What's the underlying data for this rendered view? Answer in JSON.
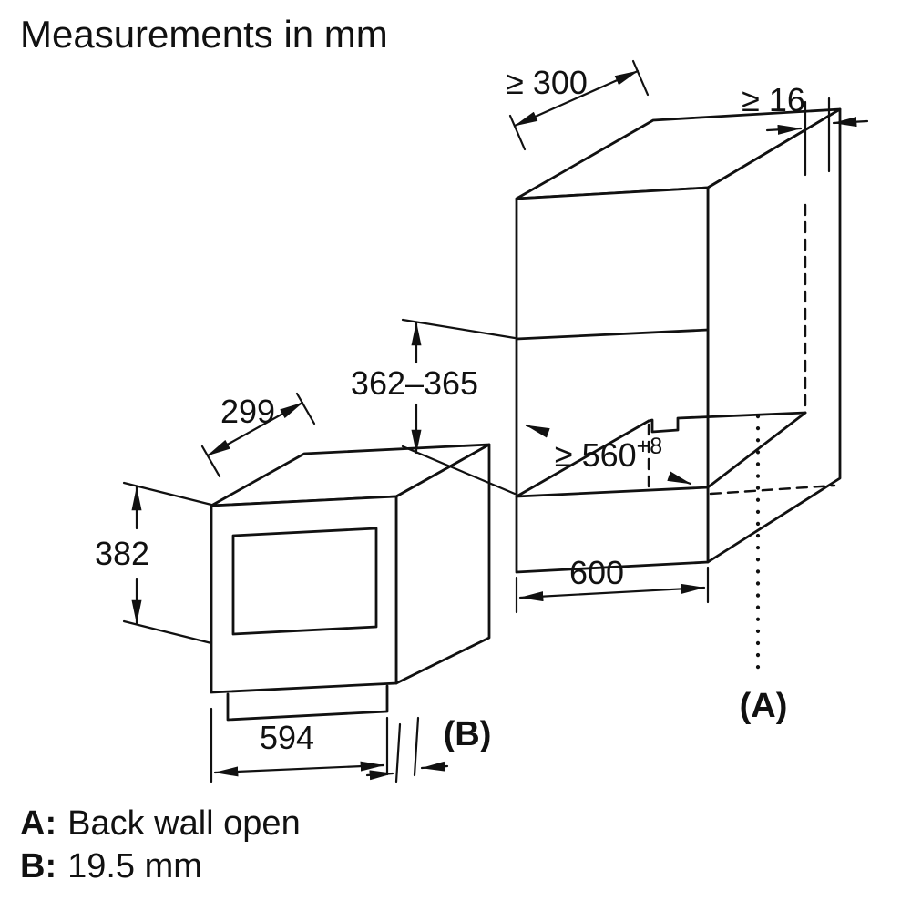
{
  "title": "Measurements in mm",
  "dims": {
    "cabinet_depth": "≥ 300",
    "side_clearance": "≥ 16",
    "niche_height": "362–365",
    "niche_width_main": "≥ 560",
    "niche_width_sup": "+8",
    "cabinet_width": "600",
    "appliance_depth": "299",
    "appliance_height": "382",
    "appliance_width": "594",
    "callout_a": "(A)",
    "callout_b": "(B)"
  },
  "legend": {
    "a_key": "A:",
    "a_text": "Back wall open",
    "b_key": "B:",
    "b_text": "19.5 mm"
  },
  "colors": {
    "line": "#111111",
    "background": "#ffffff"
  }
}
